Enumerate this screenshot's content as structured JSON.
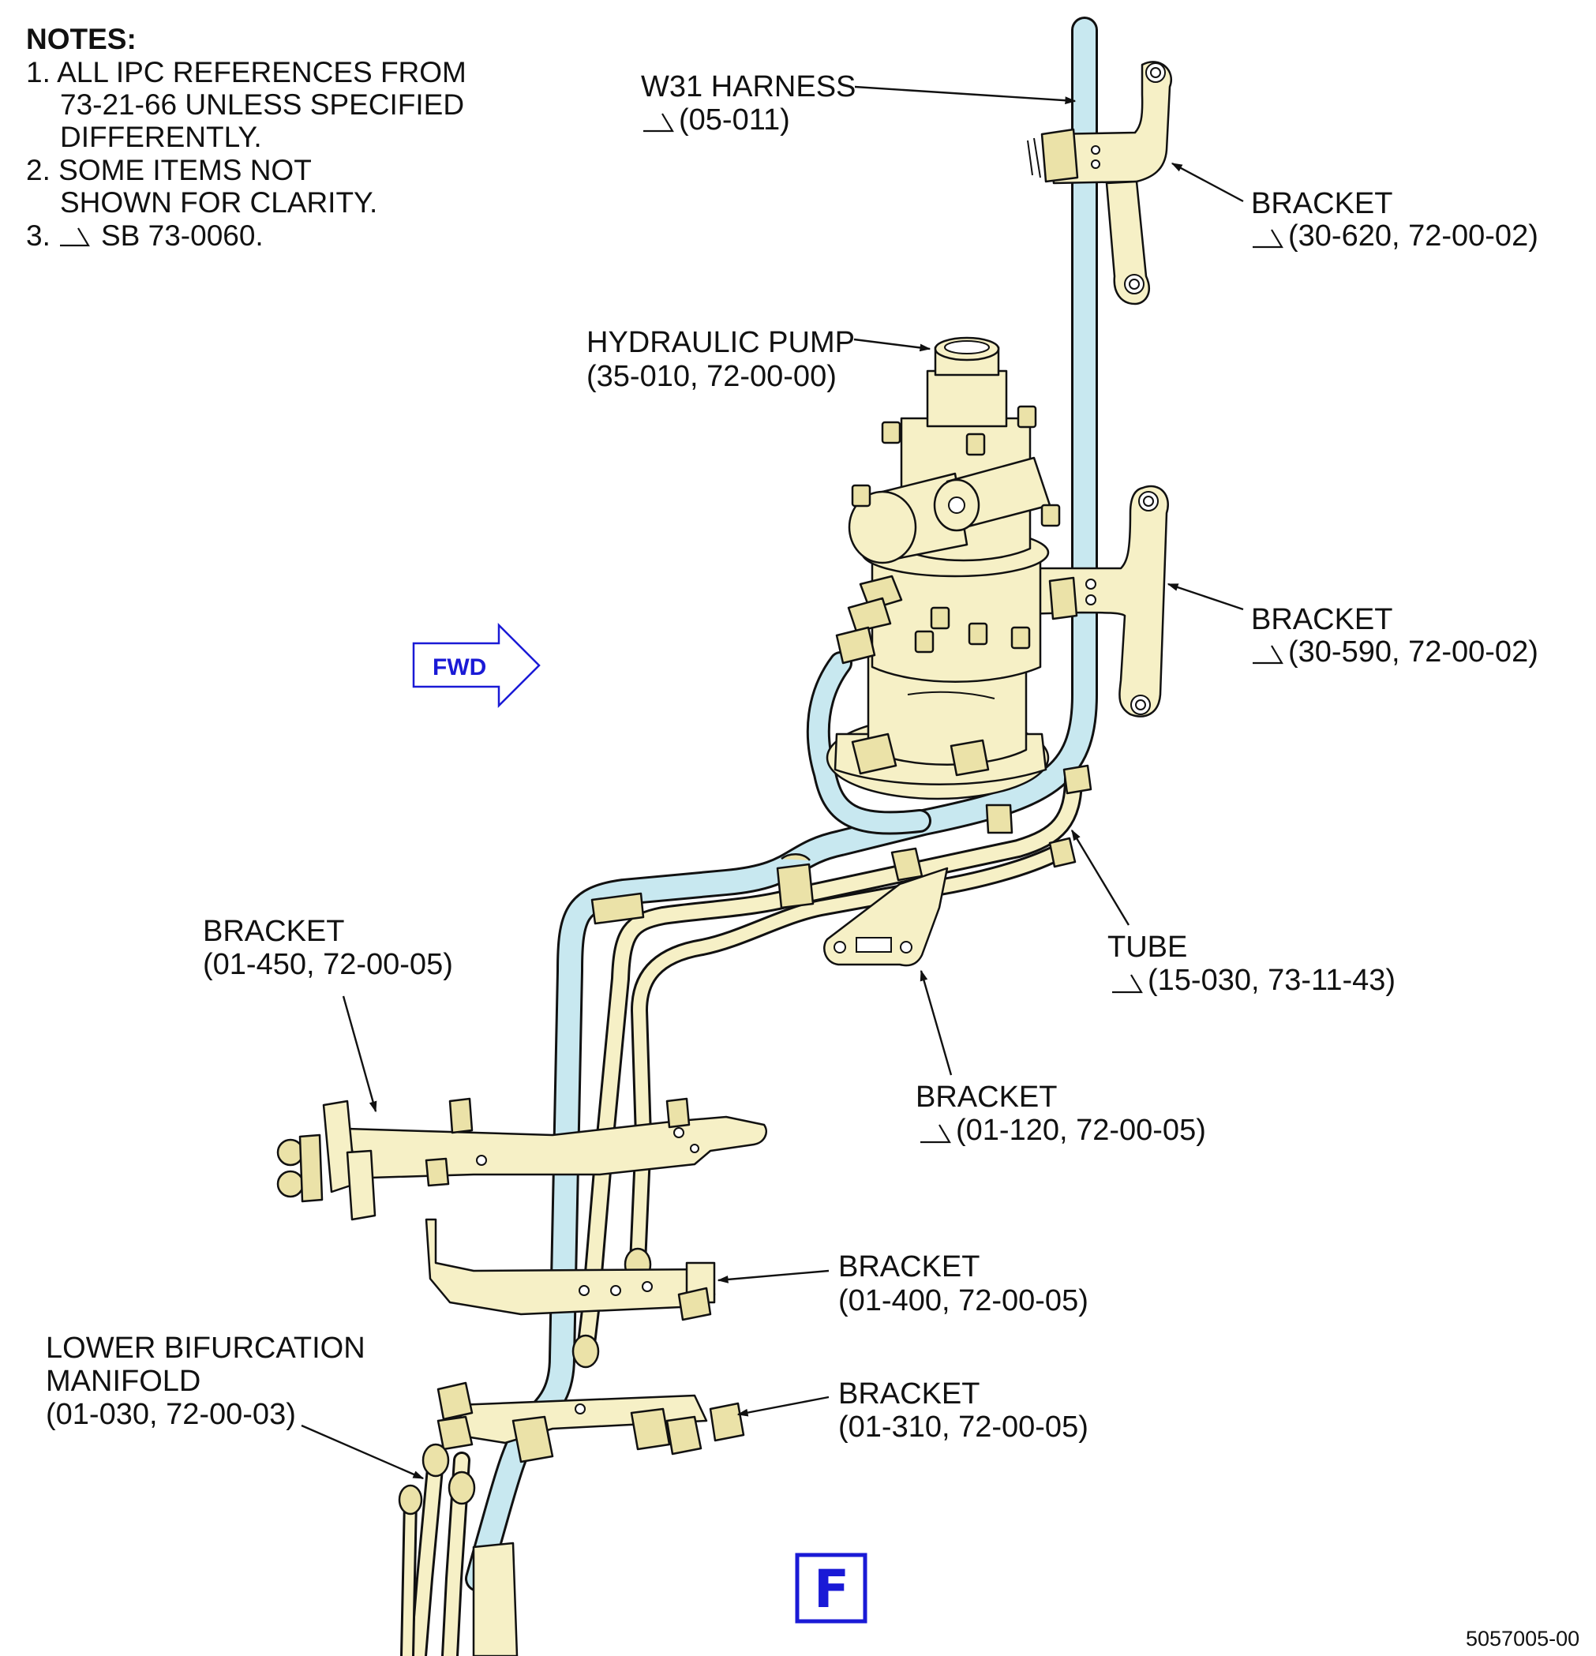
{
  "notes": {
    "title": "NOTES:",
    "line1": "1. ALL IPC REFERENCES FROM",
    "line2": "73-21-66 UNLESS SPECIFIED",
    "line3": "DIFFERENTLY.",
    "line4": "2. SOME ITEMS NOT",
    "line5": "SHOWN FOR CLARITY.",
    "line6_num": "3.",
    "line6_text": "SB 73-0060."
  },
  "callouts": {
    "w31_harness": {
      "name": "W31 HARNESS",
      "ref": "(05-011)"
    },
    "bracket_30_620": {
      "name": "BRACKET",
      "ref": "(30-620, 72-00-02)"
    },
    "hydraulic_pump": {
      "name": "HYDRAULIC PUMP",
      "ref": "(35-010, 72-00-00)"
    },
    "bracket_30_590": {
      "name": "BRACKET",
      "ref": "(30-590, 72-00-02)"
    },
    "tube": {
      "name": "TUBE",
      "ref": "(15-030, 73-11-43)"
    },
    "bracket_01_450": {
      "name": "BRACKET",
      "ref": "(01-450, 72-00-05)"
    },
    "bracket_01_120": {
      "name": "BRACKET",
      "ref": "(01-120, 72-00-05)"
    },
    "bracket_01_400": {
      "name": "BRACKET",
      "ref": "(01-400, 72-00-05)"
    },
    "lower_bifurcation_manifold": {
      "name1": "LOWER BIFURCATION",
      "name2": "MANIFOLD",
      "ref": "(01-030, 72-00-03)"
    },
    "bracket_01_310": {
      "name": "BRACKET",
      "ref": "(01-310, 72-00-05)"
    }
  },
  "fwd_label": "FWD",
  "view_label": "F",
  "figure_number": "5057005-00",
  "colors": {
    "part_fill": "#f6f0c6",
    "harness_fill": "#c8e8f0",
    "outline": "#111111",
    "callout_blue": "#1a1ad6"
  }
}
